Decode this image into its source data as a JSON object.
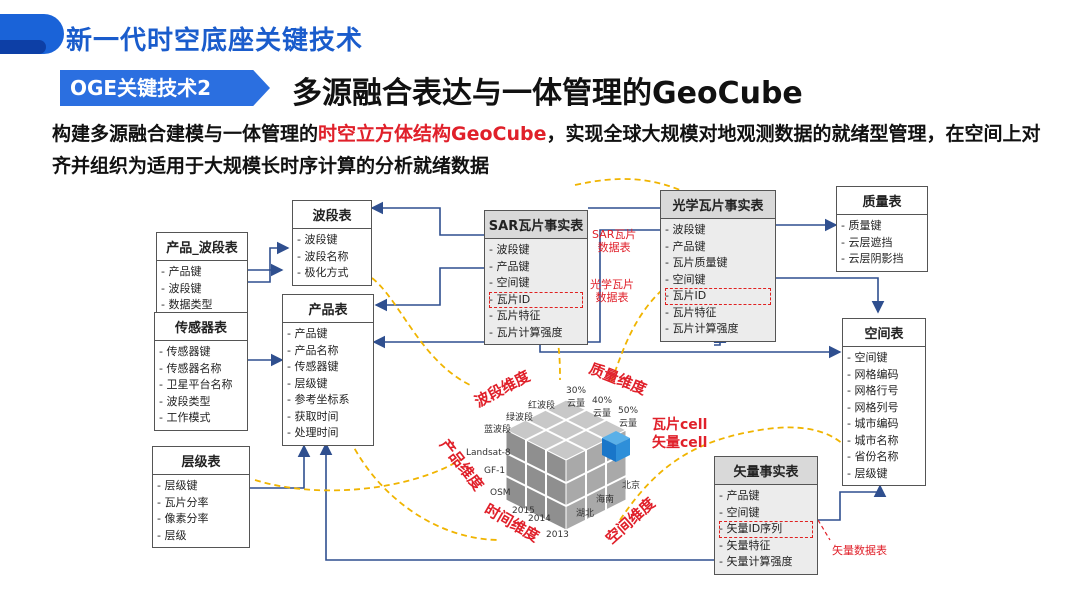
{
  "header": {
    "title": "新一代时空底座关键技术",
    "tag": "OGE关键技术2",
    "subtitle": "多源融合表达与一体管理的GeoCube"
  },
  "intro": {
    "part1": "构建多源融合建模与一体管理的",
    "highlight": "时空立方体结构GeoCube",
    "part2": "，实现全球大规模对地观测数据的就绪型管理，在空间上对齐并组织为适用于大规模长时序计算的分析就绪数据"
  },
  "tables": {
    "product_band": {
      "title": "产品_波段表",
      "rows": [
        "- 产品键",
        "- 波段键",
        "- 数据类型"
      ]
    },
    "sensor": {
      "title": "传感器表",
      "rows": [
        "- 传感器键",
        "- 传感器名称",
        "- 卫星平台名称",
        "- 波段类型",
        "- 工作模式"
      ]
    },
    "level": {
      "title": "层级表",
      "rows": [
        "- 层级键",
        "- 瓦片分率",
        "- 像素分率",
        "- 层级"
      ]
    },
    "band": {
      "title": "波段表",
      "rows": [
        "- 波段键",
        "- 波段名称",
        "- 极化方式"
      ]
    },
    "product": {
      "title": "产品表",
      "rows": [
        "- 产品键",
        "- 产品名称",
        "- 传感器键",
        "- 层级键",
        "- 参考坐标系",
        "- 获取时间",
        "- 处理时间"
      ]
    },
    "sar": {
      "title": "SAR瓦片事实表",
      "rows": [
        "- 波段键",
        "- 产品键",
        "- 空间键",
        "- 瓦片ID",
        "- 瓦片特征",
        "- 瓦片计算强度"
      ]
    },
    "optical": {
      "title": "光学瓦片事实表",
      "rows": [
        "- 波段键",
        "- 产品键",
        "- 瓦片质量键",
        "- 空间键",
        "- 瓦片ID",
        "- 瓦片特征",
        "- 瓦片计算强度"
      ]
    },
    "quality": {
      "title": "质量表",
      "rows": [
        "- 质量键",
        "- 云层遮挡",
        "- 云层阴影挡"
      ]
    },
    "space": {
      "title": "空间表",
      "rows": [
        "- 空间键",
        "- 网格编码",
        "- 网格行号",
        "- 网格列号",
        "- 城市编码",
        "- 城市名称",
        "- 省份名称",
        "- 层级键"
      ]
    },
    "vector": {
      "title": "矢量事实表",
      "rows": [
        "- 产品键",
        "- 空间键",
        "- 矢量ID序列",
        "- 矢量特征",
        "- 矢量计算强度"
      ]
    }
  },
  "notes": {
    "sar_table": "SAR瓦片\n数据表",
    "optical_table": "光学瓦片\n数据表",
    "vector_table": "矢量数据表"
  },
  "cube": {
    "band_dim": "波段维度",
    "quality_dim": "质量维度",
    "product_dim": "产品维度",
    "time_dim": "时间维度",
    "space_dim": "空间维度",
    "tile_cell": "瓦片cell",
    "vector_cell": "矢量cell",
    "bands": [
      "红波段",
      "绿波段",
      "蓝波段"
    ],
    "clouds": [
      "30%\n云量",
      "40%\n云量",
      "50%\n云量"
    ],
    "products": [
      "Landsat-8",
      "GF-1",
      "OSM"
    ],
    "years": [
      "2015",
      "2014",
      "2013"
    ],
    "places": [
      "北京",
      "海南",
      "湖北"
    ]
  },
  "colors": {
    "accent": "#1a5ccc",
    "tag": "#2b6fe0",
    "highlight": "#e0202a",
    "link": "#2f4f8f",
    "dash": "#f0b400"
  }
}
